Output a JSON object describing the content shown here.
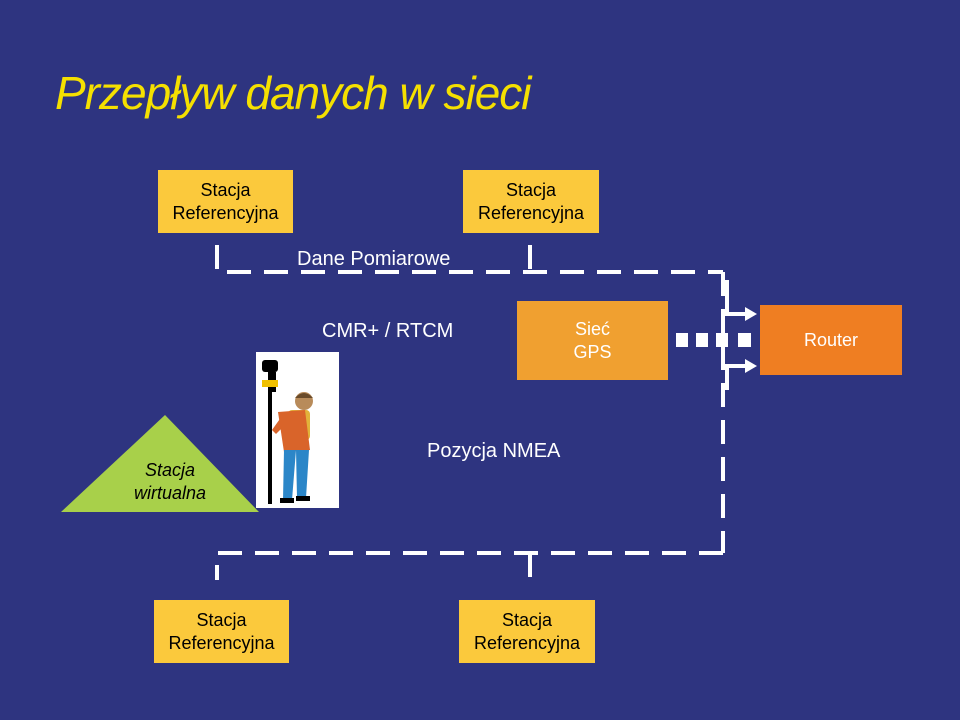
{
  "title": "Przepływ danych w sieci",
  "stations": {
    "top_left": {
      "line1": "Stacja",
      "line2": "Referencyjna"
    },
    "top_right": {
      "line1": "Stacja",
      "line2": "Referencyjna"
    },
    "bottom_left": {
      "line1": "Stacja",
      "line2": "Referencyjna"
    },
    "bottom_right": {
      "line1": "Stacja",
      "line2": "Referencyjna"
    }
  },
  "labels": {
    "measurement_data": "Dane Pomiarowe",
    "correction_format": "CMR+ / RTCM",
    "position": "Pozycja NMEA"
  },
  "gps_network": {
    "line1": "Sieć",
    "line2": "GPS"
  },
  "router": "Router",
  "virtual_station": {
    "line1": "Stacja",
    "line2": "wirtualna"
  },
  "colors": {
    "background": "#2e3480",
    "title": "#f5e000",
    "reference_station": "#fbc93c",
    "gps_network": "#f0a030",
    "router": "#ef7e22",
    "virtual_station": "#a8d04a"
  }
}
